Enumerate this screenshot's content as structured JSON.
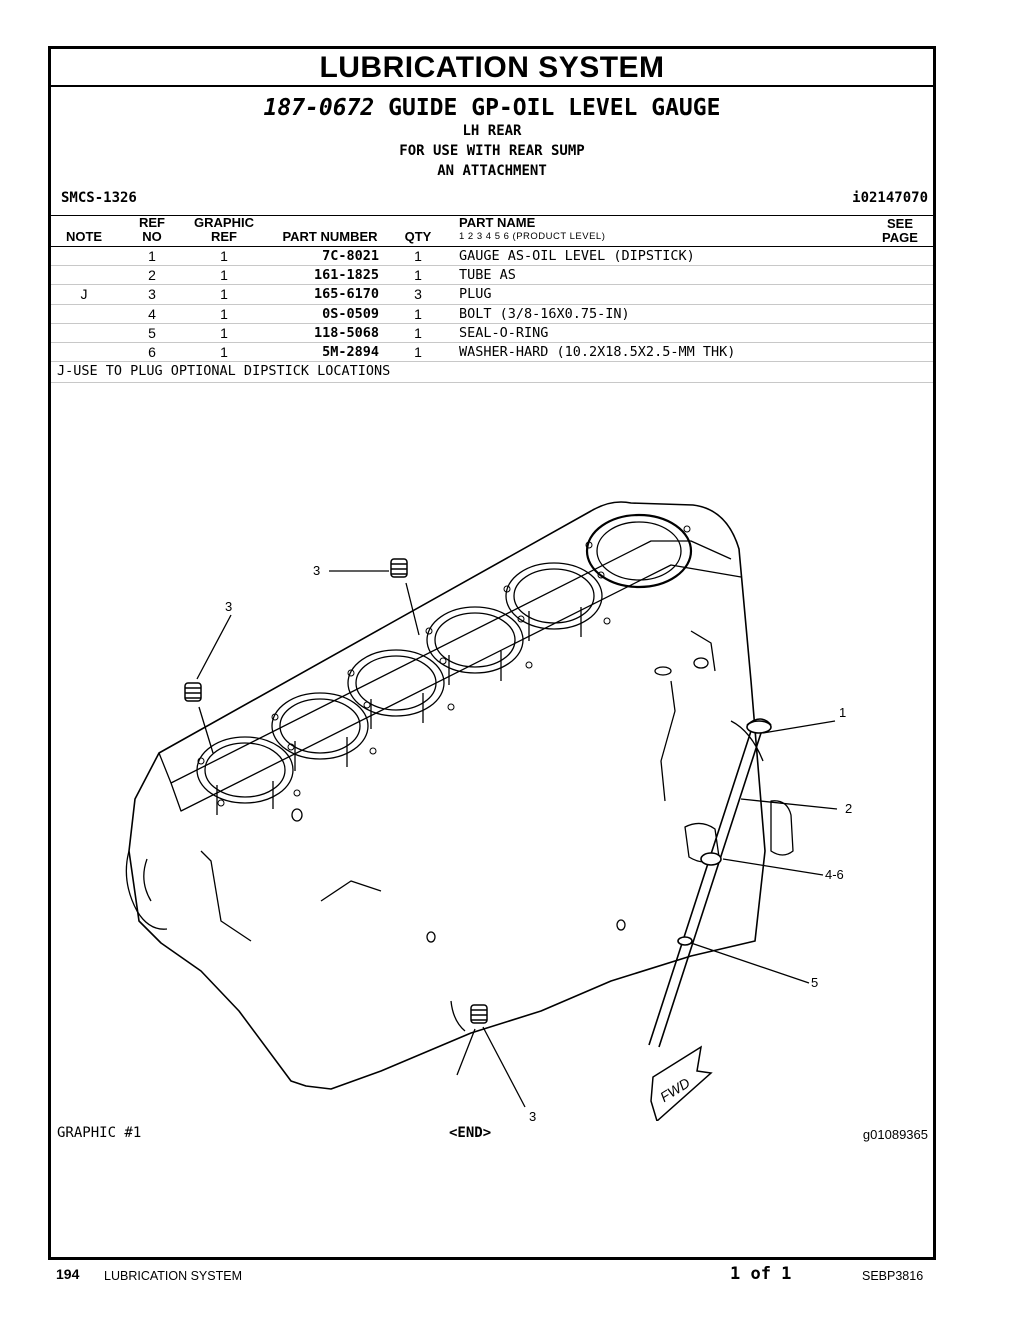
{
  "title": "LUBRICATION SYSTEM",
  "header": {
    "part_number": "187-0672",
    "part_name": "GUIDE GP-OIL LEVEL GAUGE",
    "sub_lines": [
      "LH REAR",
      "FOR USE WITH REAR SUMP",
      "AN ATTACHMENT"
    ],
    "smcs": "SMCS-1326",
    "ident": "i02147070"
  },
  "columns": {
    "note": "NOTE",
    "ref_top": "REF",
    "ref_bottom": "NO",
    "graphic_top": "GRAPHIC",
    "graphic_bottom": "REF",
    "part_number": "PART NUMBER",
    "qty": "QTY",
    "part_name": "PART NAME",
    "product_level": "1    2    3    4    5    6   (PRODUCT LEVEL)",
    "see_top": "SEE",
    "see_bottom": "PAGE"
  },
  "rows": [
    {
      "note": "",
      "ref": "1",
      "graphic": "1",
      "part_number": "7C-8021",
      "qty": "1",
      "name": "GAUGE AS-OIL LEVEL (DIPSTICK)"
    },
    {
      "note": "",
      "ref": "2",
      "graphic": "1",
      "part_number": "161-1825",
      "qty": "1",
      "name": "TUBE AS"
    },
    {
      "note": "J",
      "ref": "3",
      "graphic": "1",
      "part_number": "165-6170",
      "qty": "3",
      "name": "PLUG"
    },
    {
      "note": "",
      "ref": "4",
      "graphic": "1",
      "part_number": "0S-0509",
      "qty": "1",
      "name": "BOLT (3/8-16X0.75-IN)"
    },
    {
      "note": "",
      "ref": "5",
      "graphic": "1",
      "part_number": "118-5068",
      "qty": "1",
      "name": "SEAL-O-RING"
    },
    {
      "note": "",
      "ref": "6",
      "graphic": "1",
      "part_number": "5M-2894",
      "qty": "1",
      "name": "WASHER-HARD (10.2X18.5X2.5-MM THK)"
    }
  ],
  "note_text": "J-USE TO PLUG OPTIONAL DIPSTICK LOCATIONS",
  "graphic": {
    "callouts": [
      "3",
      "3",
      "1",
      "2",
      "4-6",
      "5",
      "3"
    ],
    "fwd_label": "FWD",
    "label": "GRAPHIC #1",
    "end": "<END>",
    "id": "g01089365"
  },
  "footer": {
    "page": "194",
    "section": "LUBRICATION SYSTEM",
    "page_of": "1 of 1",
    "doc": "SEBP3816"
  }
}
